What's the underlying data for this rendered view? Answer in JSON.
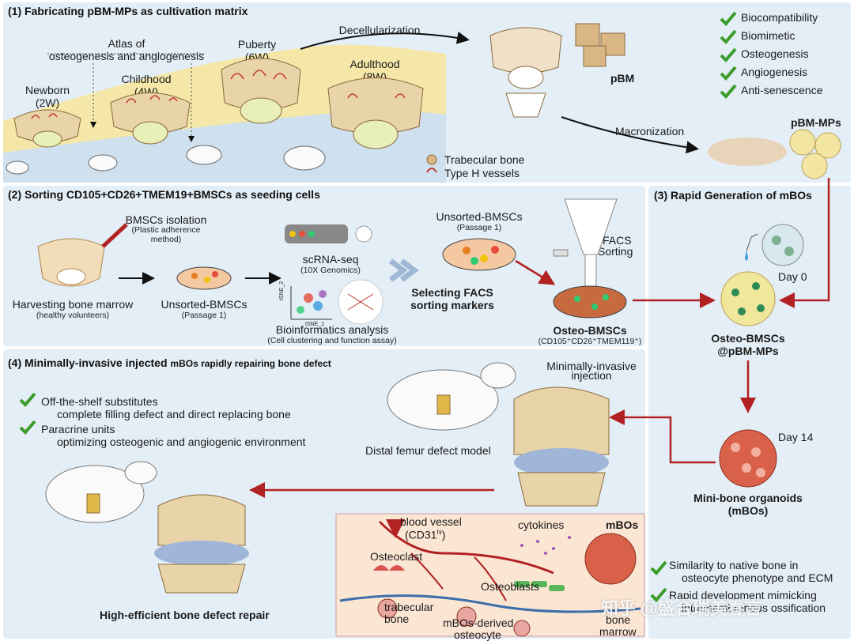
{
  "section1": {
    "title": "(1) Fabricating pBM-MPs as cultivation matrix",
    "atlas": [
      "Atlas of",
      "osteogenesis and angiogenesis"
    ],
    "stages": [
      {
        "name": "Newborn",
        "age": "(2W)"
      },
      {
        "name": "Childhood",
        "age": "(4W)"
      },
      {
        "name": "Puberty",
        "age": "(6W)"
      },
      {
        "name": "Adulthood",
        "age": "(8W)"
      }
    ],
    "decell": "Decellularization",
    "macron": "Macronization",
    "pbm": "pBM",
    "pbm_mps": "pBM-MPs",
    "legend_trab": "Trabecular bone",
    "legend_vessel": "Type H vessels",
    "properties": [
      "Biocompatibility",
      "Biomimetic",
      "Osteogenesis",
      "Angiogenesis",
      "Anti-senescence"
    ]
  },
  "section2": {
    "title": "(2) Sorting CD105+CD26+TMEM19+BMSCs as seeding cells",
    "harvest": "Harvesting bone marrow",
    "harvest_sub": "(healthy volunteers)",
    "iso": "BMSCs isolation",
    "iso_sub": [
      "(Plastic adherence",
      "method)"
    ],
    "unsorted": "Unsorted-BMSCs",
    "passage": "(Passage 1)",
    "scrna": "scRNA-seq",
    "scrna_sub": "(10X Genomics)",
    "tsne2": "tSNE_2",
    "tsne1": "tSNE_1",
    "bioinf": "Bioinformatics analysis",
    "bioinf_sub": "(Cell clustering and function assay)",
    "selecting": [
      "Selecting FACS",
      "sorting markers"
    ],
    "unsorted2": "Unsorted-BMSCs",
    "passage2": "(Passage 1)",
    "facs": [
      "FACS",
      "Sorting"
    ],
    "osteo": "Osteo-BMSCs",
    "osteo_sub": "(CD105⁺CD26⁺TMEM119⁺)"
  },
  "section3": {
    "title": "(3) Rapid Generation of mBOs",
    "day0": "Day 0",
    "osteo_pbm": [
      "Osteo-BMSCs",
      "@pBM-MPs"
    ],
    "day14": "Day 14",
    "mbos": [
      "Mini-bone organoids",
      "(mBOs)"
    ]
  },
  "section4": {
    "title_a": "(4) Minimally-invasive injected ",
    "title_b": "mBOs rapidly repairing bone defect",
    "bullet1_a": "Off-the-shelf substitutes",
    "bullet1_b": "complete filling defect and direct replacing bone",
    "bullet2_a": "Paracrine units",
    "bullet2_b": "optimizing osteogenic and angiogenic environment",
    "injection": [
      "Minimally-invasive",
      "injection"
    ],
    "model": "Distal femur defect model",
    "repair": "High-efficient bone defect repair",
    "blood": "blood vessel",
    "cd31": "(CD31",
    "cd31_sup": "hi",
    "cd31_end": ")",
    "cytokines": "cytokines",
    "mbos_label": "mBOs",
    "osteoclast": "Osteoclast",
    "osteoblasts": "Osteoblasts",
    "trabecular": [
      "trabecular",
      "bone"
    ],
    "derived": [
      "mBOs-derived",
      "osteocyte"
    ],
    "marrow": [
      "bone",
      "marrow"
    ],
    "sim_a": "Similarity to native bone in",
    "sim_b": "osteocyte phenotype and ECM",
    "mim_a": "Rapid development mimicking",
    "mim_b": "intramembranous ossification"
  },
  "watermark": "知乎 @盛合瑞美春言",
  "colors": {
    "panel": "#e4eef6",
    "arrow_red": "#b22222",
    "check": "#3a9c2a",
    "bone": "#e9d3a8",
    "vessel": "#c0392b"
  }
}
